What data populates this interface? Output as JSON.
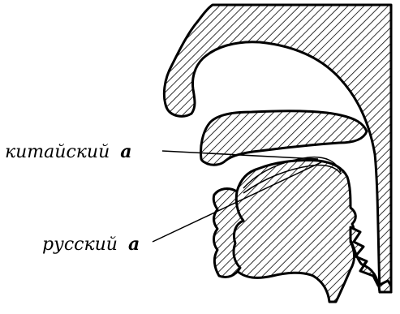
{
  "labels": {
    "chinese_word": "китайский",
    "chinese_letter": "а",
    "russian_word": "русский",
    "russian_letter": "а"
  }
}
